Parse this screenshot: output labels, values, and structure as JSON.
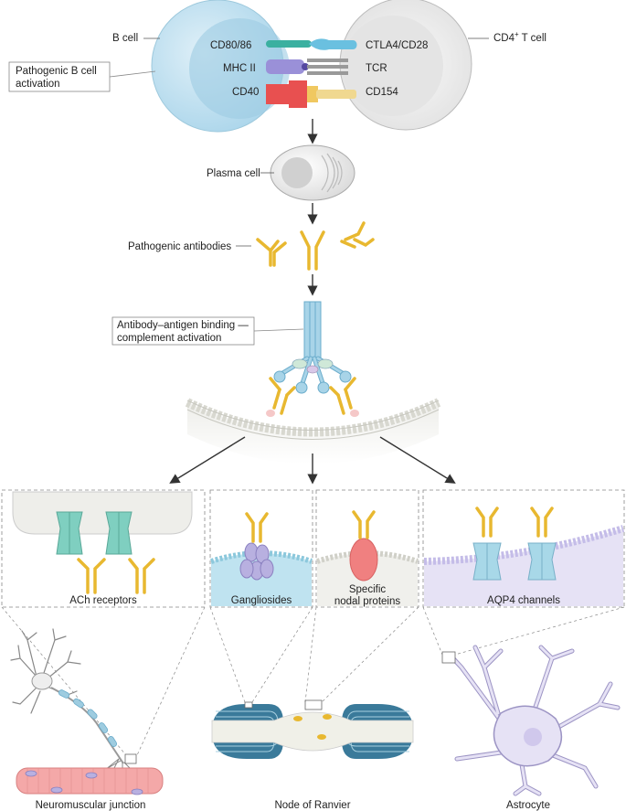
{
  "labels": {
    "b_cell": "B cell",
    "cd4_t_cell": "CD4",
    "cd4_sup": "+",
    "cd4_suffix": " T cell",
    "pathogenic_b_line1": "Pathogenic B cell",
    "pathogenic_b_line2": "activation",
    "cd80_86": "CD80/86",
    "mhc2": "MHC II",
    "cd40": "CD40",
    "ctla4_cd28": "CTLA4/CD28",
    "tcr": "TCR",
    "cd154": "CD154",
    "plasma_cell": "Plasma cell",
    "pathogenic_antibodies": "Pathogenic antibodies",
    "binding_line1": "Antibody–antigen binding —",
    "binding_line2": "complement activation",
    "ach_receptors": "ACh receptors",
    "gangliosides": "Gangliosides",
    "nodal_line1": "Specific",
    "nodal_line2": "nodal proteins",
    "aqp4": "AQP4 channels",
    "neuromuscular": "Neuromuscular junction",
    "ranvier": "Node of Ranvier",
    "astrocyte": "Astrocyte"
  },
  "colors": {
    "b_cell": "#bfe0f0",
    "b_cell_nucleus": "#8fc4e0",
    "t_cell": "#ececec",
    "t_cell_nucleus": "#dcdcdc",
    "antibody": "#e8b830",
    "complement": "#a8d4e8",
    "ach": "#7fcfc0",
    "ganglioside": "#b8b0e0",
    "nodal_protein": "#f08080",
    "aqp4": "#a8d8e8",
    "muscle": "#f4a8a8",
    "myelin": "#3a7a9a"
  }
}
